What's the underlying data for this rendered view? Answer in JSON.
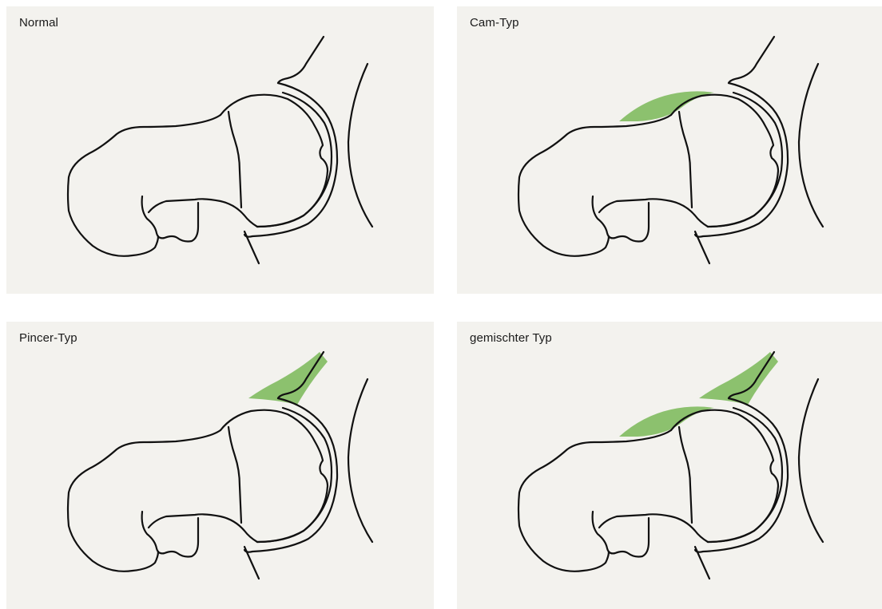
{
  "panels": [
    {
      "label": "Normal",
      "cam": false,
      "pincer": false
    },
    {
      "label": "Cam-Typ",
      "cam": true,
      "pincer": false
    },
    {
      "label": "Pincer-Typ",
      "cam": false,
      "pincer": true
    },
    {
      "label": "gemischter Typ",
      "cam": true,
      "pincer": true
    }
  ],
  "colors": {
    "highlight": "#8cc16e",
    "panel_background": "#f3f2ee",
    "line": "#111111"
  }
}
